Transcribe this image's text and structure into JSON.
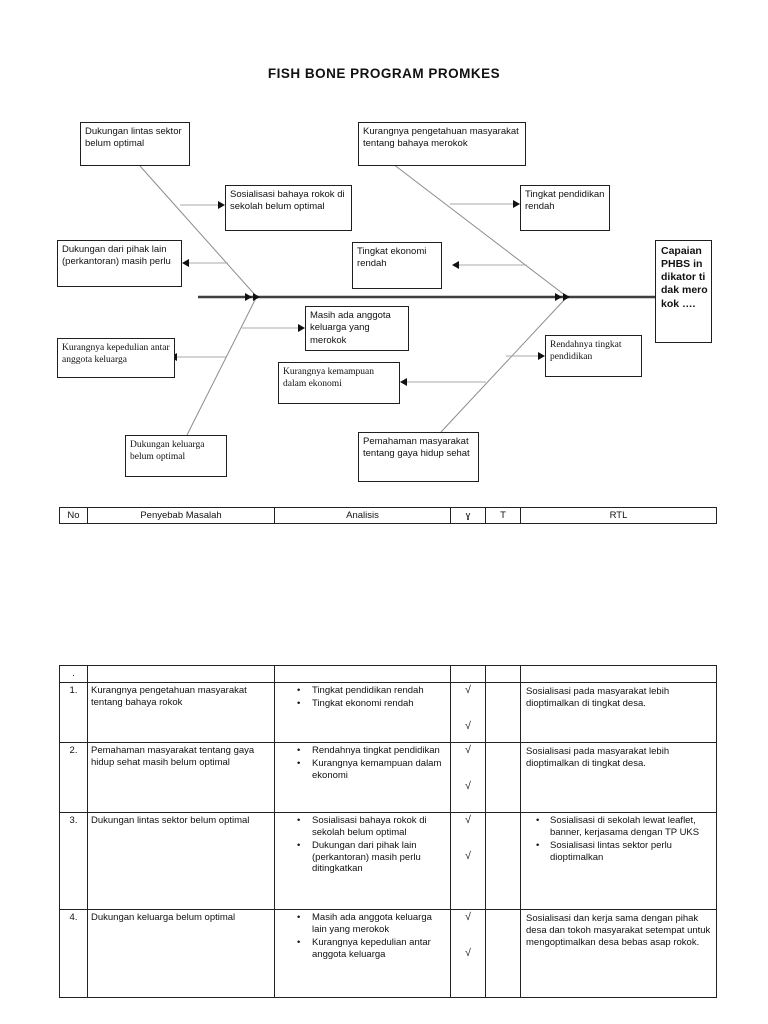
{
  "title": "FISH BONE PROGRAM PROMKES",
  "bullet_marker": "•",
  "colors": {
    "border": "#1f1f1f",
    "spine": "#3f3f3f",
    "bone": "#8c8c8c",
    "connector": "#a8a8a8"
  },
  "fishbone": {
    "effect": "Capaian PHBS indikator tidak merokok ….",
    "causes": {
      "dukungan_lintas": "Dukungan lintas sektor belum optimal",
      "kurangnya_pengetahuan": "Kurangnya pengetahuan masyarakat tentang bahaya merokok",
      "sosialisasi_bahaya": "Sosialisasi bahaya rokok di sekolah belum optimal",
      "tingkat_pendidikan": "Tingkat pendidikan rendah",
      "dukungan_pihak_lain": "Dukungan dari pihak lain (perkantoran) masih perlu",
      "tingkat_ekonomi": "Tingkat ekonomi rendah",
      "masih_ada": "Masih ada anggota keluarga yang merokok",
      "rendahnya_tingkat": "Rendahnya tingkat pendidikan",
      "kurangnya_kepedulian": "Kurangnya kepedulian antar anggota keluarga",
      "kurangnya_kemampuan": "Kurangnya kemampuan dalam ekonomi",
      "dukungan_keluarga": "Dukungan keluarga belum optimal",
      "pemahaman": "Pemahaman masyarakat tentang gaya hidup sehat"
    }
  },
  "analysis_table": {
    "headers": [
      "No",
      "Penyebab Masalah",
      "Analisis",
      "ɣ",
      "T",
      "RTL"
    ]
  },
  "detail_table": {
    "rows": [
      {
        "no": ".",
        "penyebab": "",
        "analisis": [],
        "checks": [],
        "t": "",
        "rtl": {
          "type": "text",
          "items": []
        }
      },
      {
        "no": "1.",
        "penyebab": "Kurangnya pengetahuan masyarakat tentang bahaya rokok",
        "analisis": [
          "Tingkat pendidikan rendah",
          "Tingkat ekonomi rendah"
        ],
        "checks": [
          "√",
          "√"
        ],
        "t": "",
        "rtl": {
          "type": "text",
          "items": [
            "Sosialisasi pada masyarakat lebih dioptimalkan di tingkat desa."
          ]
        }
      },
      {
        "no": "2.",
        "penyebab": "Pemahaman masyarakat tentang gaya hidup sehat masih belum optimal",
        "analisis": [
          "Rendahnya tingkat pendidikan",
          "Kurangnya kemampuan dalam ekonomi"
        ],
        "checks": [
          "√",
          "√"
        ],
        "t": "",
        "rtl": {
          "type": "text",
          "items": [
            "Sosialisasi pada masyarakat lebih dioptimalkan di tingkat desa."
          ]
        }
      },
      {
        "no": "3.",
        "penyebab": "Dukungan lintas sektor belum optimal",
        "analisis": [
          "Sosialisasi bahaya rokok di sekolah belum optimal",
          "Dukungan dari pihak lain (perkantoran) masih perlu ditingkatkan"
        ],
        "checks": [
          "√",
          "√"
        ],
        "t": "",
        "rtl": {
          "type": "bullets",
          "items": [
            "Sosialisasi di sekolah lewat leaflet, banner, kerjasama dengan TP UKS",
            "Sosialisasi lintas sektor perlu dioptimalkan"
          ]
        }
      },
      {
        "no": "4.",
        "penyebab": "Dukungan keluarga belum optimal",
        "analisis": [
          "Masih ada anggota keluarga lain yang merokok",
          "Kurangnya kepedulian antar anggota keluarga"
        ],
        "checks": [
          "√",
          "√"
        ],
        "t": "",
        "rtl": {
          "type": "text",
          "items": [
            "Sosialisasi dan kerja sama dengan pihak desa dan tokoh masyarakat setempat untuk mengoptimalkan desa bebas asap rokok."
          ]
        }
      }
    ]
  }
}
